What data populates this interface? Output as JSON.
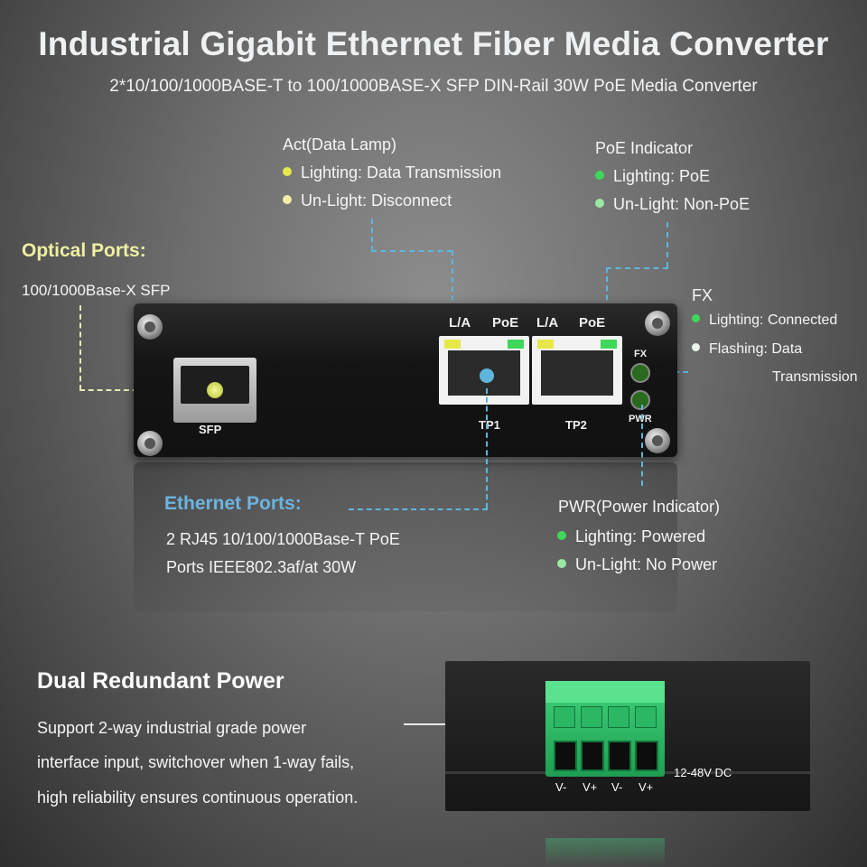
{
  "title": "Industrial Gigabit Ethernet Fiber Media Converter",
  "subtitle": "2*10/100/1000BASE-T to 100/1000BASE-X SFP DIN-Rail 30W PoE Media Converter",
  "act": {
    "heading": "Act(Data Lamp)",
    "items": [
      {
        "text": "Lighting: Data Transmission",
        "color": "#e6e84a"
      },
      {
        "text": "Un-Light: Disconnect",
        "color": "#eef0a8"
      }
    ]
  },
  "poe": {
    "heading": "PoE Indicator",
    "items": [
      {
        "text": "Lighting: PoE",
        "color": "#3fd85a"
      },
      {
        "text": "Un-Light: Non-PoE",
        "color": "#9be8a4"
      }
    ]
  },
  "optical": {
    "heading": "Optical Ports:",
    "desc": "100/1000Base-X SFP",
    "heading_color": "#eef0a0"
  },
  "fx": {
    "heading": "FX",
    "items": [
      {
        "text": "Lighting: Connected",
        "color": "#3fd85a"
      },
      {
        "text": "Flashing: Data",
        "color": "#e8f5e8"
      }
    ],
    "extra": "Transmission"
  },
  "device": {
    "port_top_labels": [
      "L/A",
      "PoE",
      "L/A",
      "PoE"
    ],
    "sfp_label": "SFP",
    "tp1": "TP1",
    "tp2": "TP2",
    "fx_led": "FX",
    "pwr_led": "PWR"
  },
  "ethernet": {
    "heading": "Ethernet Ports:",
    "line1": "2 RJ45 10/100/1000Base-T PoE",
    "line2": "Ports IEEE802.3af/at 30W",
    "heading_color": "#6cb4e0"
  },
  "pwr": {
    "heading": "PWR(Power Indicator)",
    "items": [
      {
        "text": "Lighting: Powered",
        "color": "#3fd85a"
      },
      {
        "text": "Un-Light: No Power",
        "color": "#9be8a4"
      }
    ]
  },
  "power": {
    "heading": "Dual Redundant Power",
    "lines": [
      "Support 2-way industrial grade power",
      "interface input, switchover when 1-way fails,",
      "high reliability ensures continuous operation."
    ],
    "terminals": [
      "V-",
      "V+",
      "V-",
      "V+"
    ],
    "voltage": "12-48V DC"
  }
}
